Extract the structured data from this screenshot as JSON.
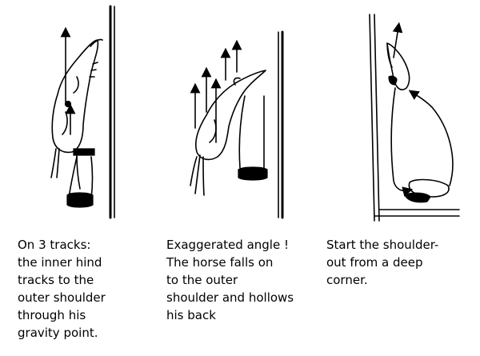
{
  "panels": [
    {
      "id": "panel-1",
      "caption_lines": [
        "On 3 tracks:",
        "the inner hind",
        "tracks to the",
        "outer shoulder",
        "through his",
        "gravity point."
      ]
    },
    {
      "id": "panel-2",
      "caption_lines": [
        "Exaggerated angle !",
        "The horse falls on",
        "to the outer",
        "shoulder and hollows",
        "his back"
      ]
    },
    {
      "id": "panel-3",
      "caption_lines": [
        "Start the shoulder-",
        "out from a deep",
        "corner."
      ]
    }
  ],
  "colors": {
    "ink": "#000000",
    "background": "#ffffff"
  }
}
